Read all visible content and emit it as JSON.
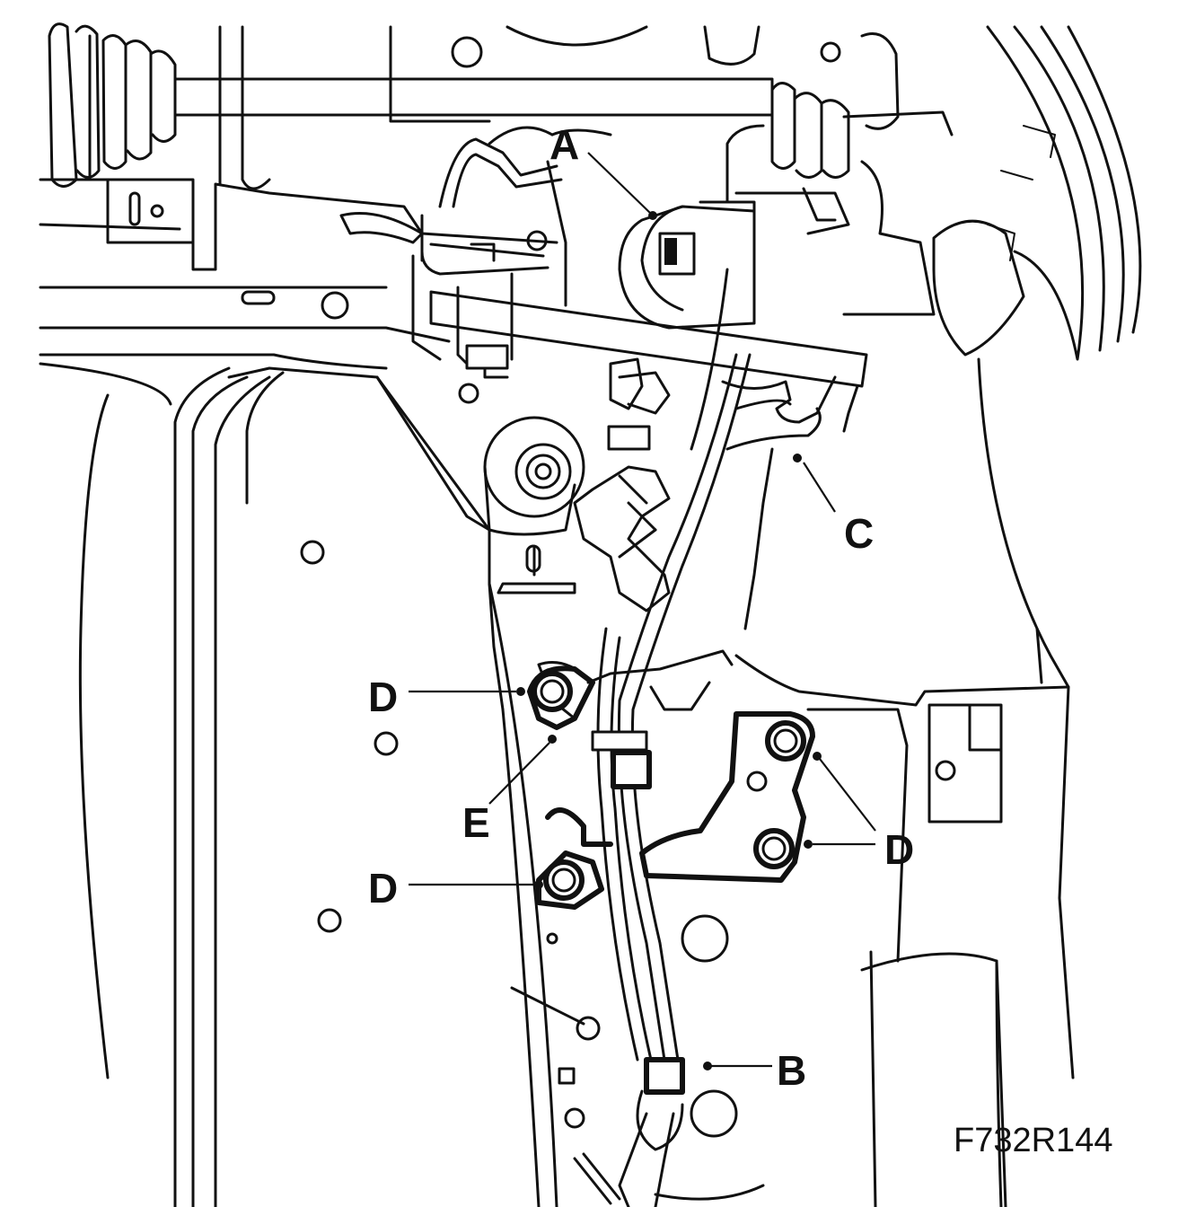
{
  "callouts": {
    "a": "A",
    "b": "B",
    "c": "C",
    "d1": "D",
    "d2": "D",
    "d3": "D",
    "e": "E"
  },
  "figure_code": "F732R144",
  "colors": {
    "line": "#111111",
    "background": "#ffffff"
  }
}
